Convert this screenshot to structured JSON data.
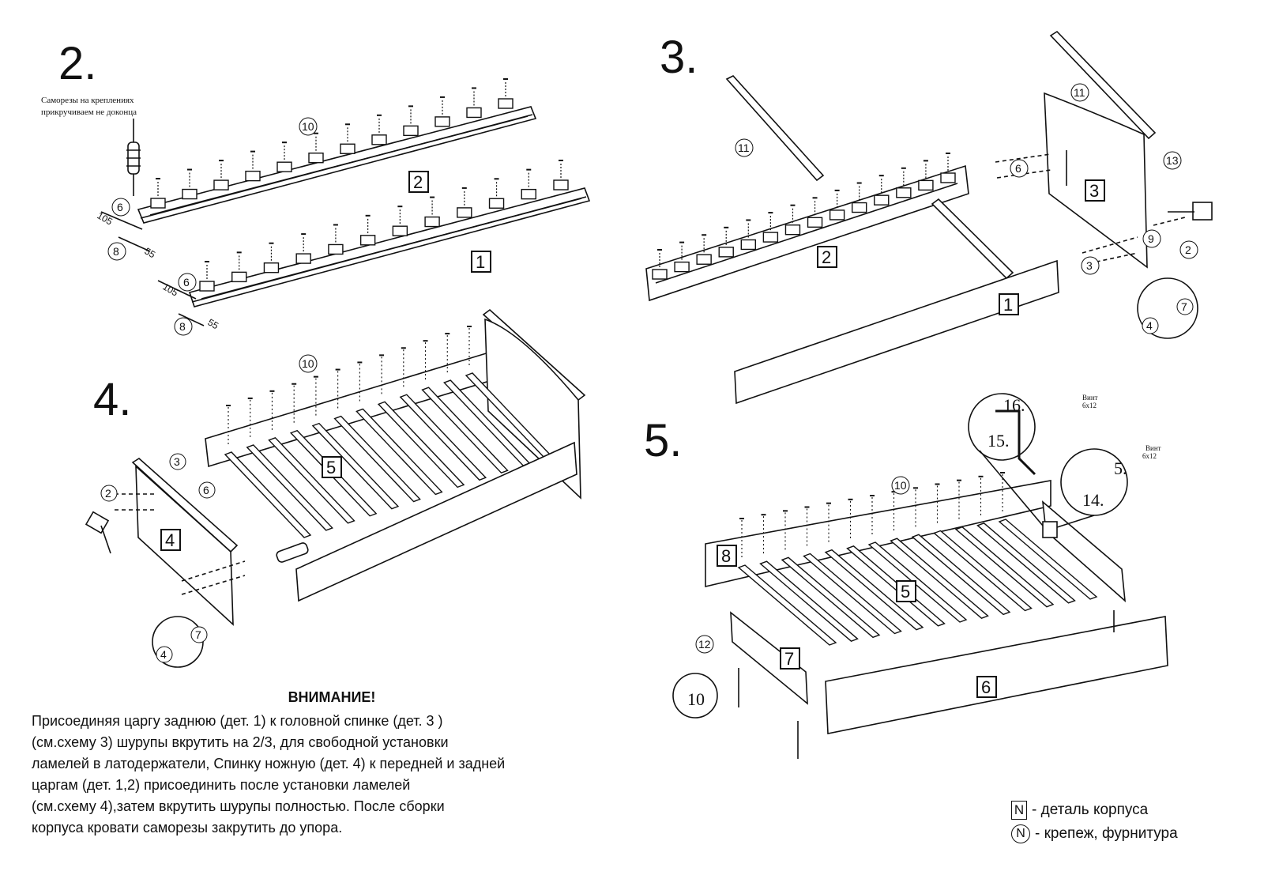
{
  "steps": [
    "2.",
    "3.",
    "4.",
    "5."
  ],
  "step2": {
    "note_line1": "Саморезы на креплениях",
    "note_line2": "прикручиваем не доконца",
    "dim_a": "105",
    "dim_b": "55",
    "callouts": [
      "10",
      "6",
      "8",
      "6",
      "8"
    ],
    "parts": [
      "2",
      "1"
    ]
  },
  "step3": {
    "callouts": [
      "11",
      "11",
      "6",
      "13",
      "9",
      "2",
      "3",
      "7",
      "4"
    ],
    "parts": [
      "2",
      "3",
      "1"
    ]
  },
  "step4": {
    "callouts": [
      "10",
      "3",
      "6",
      "2",
      "7",
      "4"
    ],
    "parts": [
      "5",
      "4"
    ]
  },
  "step5": {
    "callouts": [
      "10",
      "12",
      "10"
    ],
    "parts": [
      "8",
      "5",
      "7",
      "6"
    ],
    "fittings": [
      "16.",
      "15.",
      "5.",
      "14."
    ],
    "screw_label_line1": "Винт",
    "screw_label_line2": "6х12"
  },
  "warning": {
    "title": "ВНИМАНИЕ!",
    "lines": [
      "Присоединяя царгу заднюю (дет. 1) к головной спинке (дет. 3 )",
      "(см.схему 3) шурупы вкрутить на 2/3, для  свободной установки",
      "ламелей в латодержатели, Спинку ножную (дет. 4) к передней и задней",
      "царгам (дет. 1,2) присоединить после  установки ламелей",
      "(см.схему 4),затем вкрутить шурупы полностью. После сборки",
      "корпуса кровати саморезы закрутить до упора."
    ]
  },
  "legend": {
    "box_symbol": "N",
    "box_text": "- деталь корпуса",
    "circle_symbol": "N",
    "circle_text": "- крепеж, фурнитура"
  }
}
